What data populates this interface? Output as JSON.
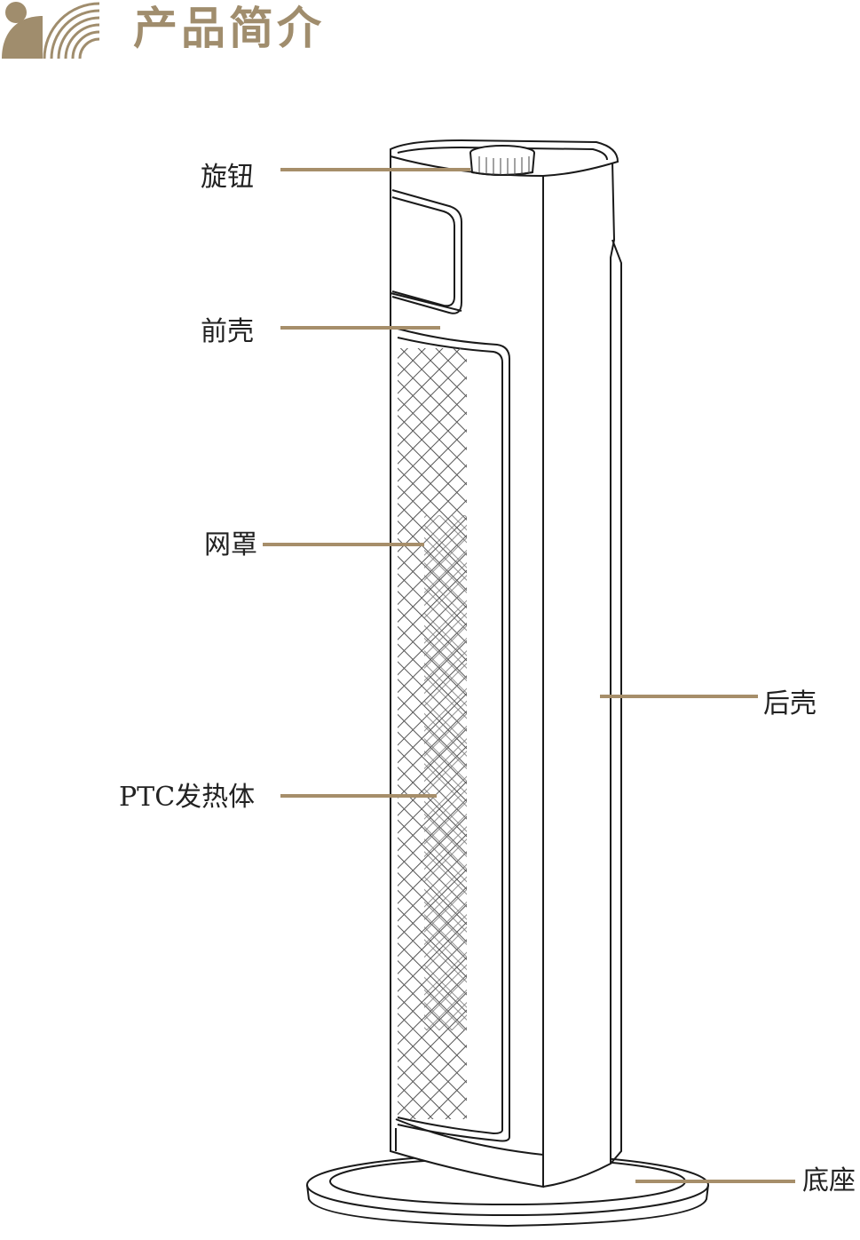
{
  "header": {
    "title": "产品简介",
    "accent_color": "#a08d6d",
    "logo_icon": "bear-arc-logo-icon"
  },
  "parts": {
    "knob": "旋钮",
    "front_shell": "前壳",
    "mesh_cover": "网罩",
    "ptc_heater": "PTC发热体",
    "rear_shell": "后壳",
    "base": "底座"
  }
}
